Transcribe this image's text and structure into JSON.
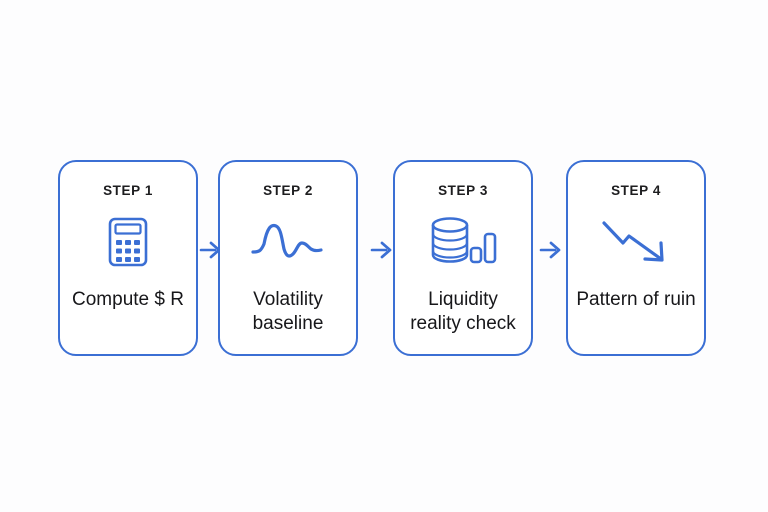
{
  "diagram": {
    "title": "Four step process flow",
    "background_color": "#fdfdfe",
    "accent_color": "#3b6fd4",
    "text_color": "#17171a",
    "steps": [
      {
        "label": "STEP 1",
        "icon": "calculator-icon",
        "text": "Compute $ R"
      },
      {
        "label": "STEP 2",
        "icon": "volatility-wave-icon",
        "text": "Volatility baseline"
      },
      {
        "label": "STEP 3",
        "icon": "database-bar-chart-icon",
        "text": "Liquidity reality check"
      },
      {
        "label": "STEP 4",
        "icon": "declining-trend-arrow-icon",
        "text": "Pattern of ruin"
      }
    ],
    "connectors": [
      {
        "name": "arrow-step1-to-step2"
      },
      {
        "name": "arrow-step2-to-step3"
      },
      {
        "name": "arrow-step3-to-step4"
      }
    ]
  }
}
